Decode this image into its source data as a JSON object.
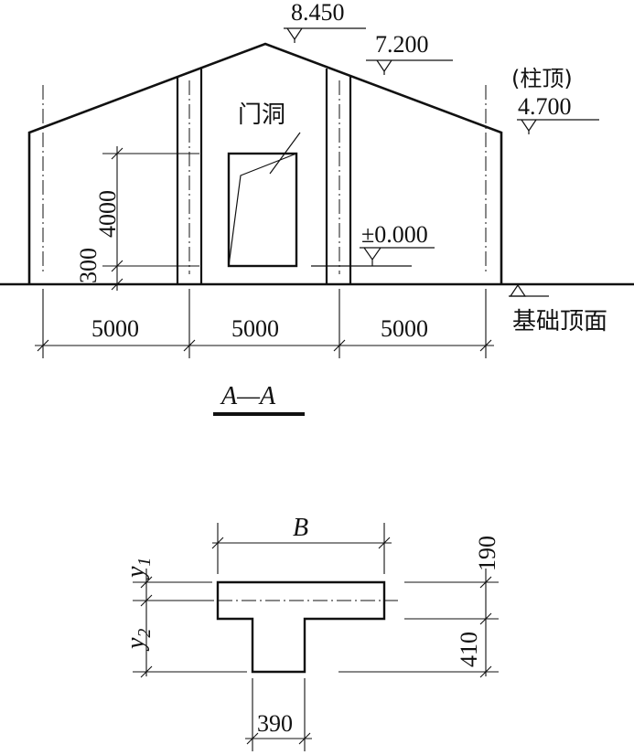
{
  "section": {
    "elevations": {
      "ridge": "8.450",
      "eave": "7.200",
      "column_top_note": "(柱顶)",
      "column_top": "4.700",
      "floor": "±0.000",
      "foundation_top": "基础顶面"
    },
    "door_label": "门洞",
    "vertical_dims": {
      "door_height": "4000",
      "sill": "300"
    },
    "horizontal_dims": [
      "5000",
      "5000",
      "5000"
    ],
    "title": "A—A"
  },
  "t_section": {
    "width_label": "B",
    "y1": "y",
    "y1_sub": "1",
    "y2": "y",
    "y2_sub": "2",
    "flange_depth": "190",
    "web_depth": "410",
    "web_width": "390"
  },
  "colors": {
    "ink": "#111111",
    "background": "#ffffff"
  }
}
